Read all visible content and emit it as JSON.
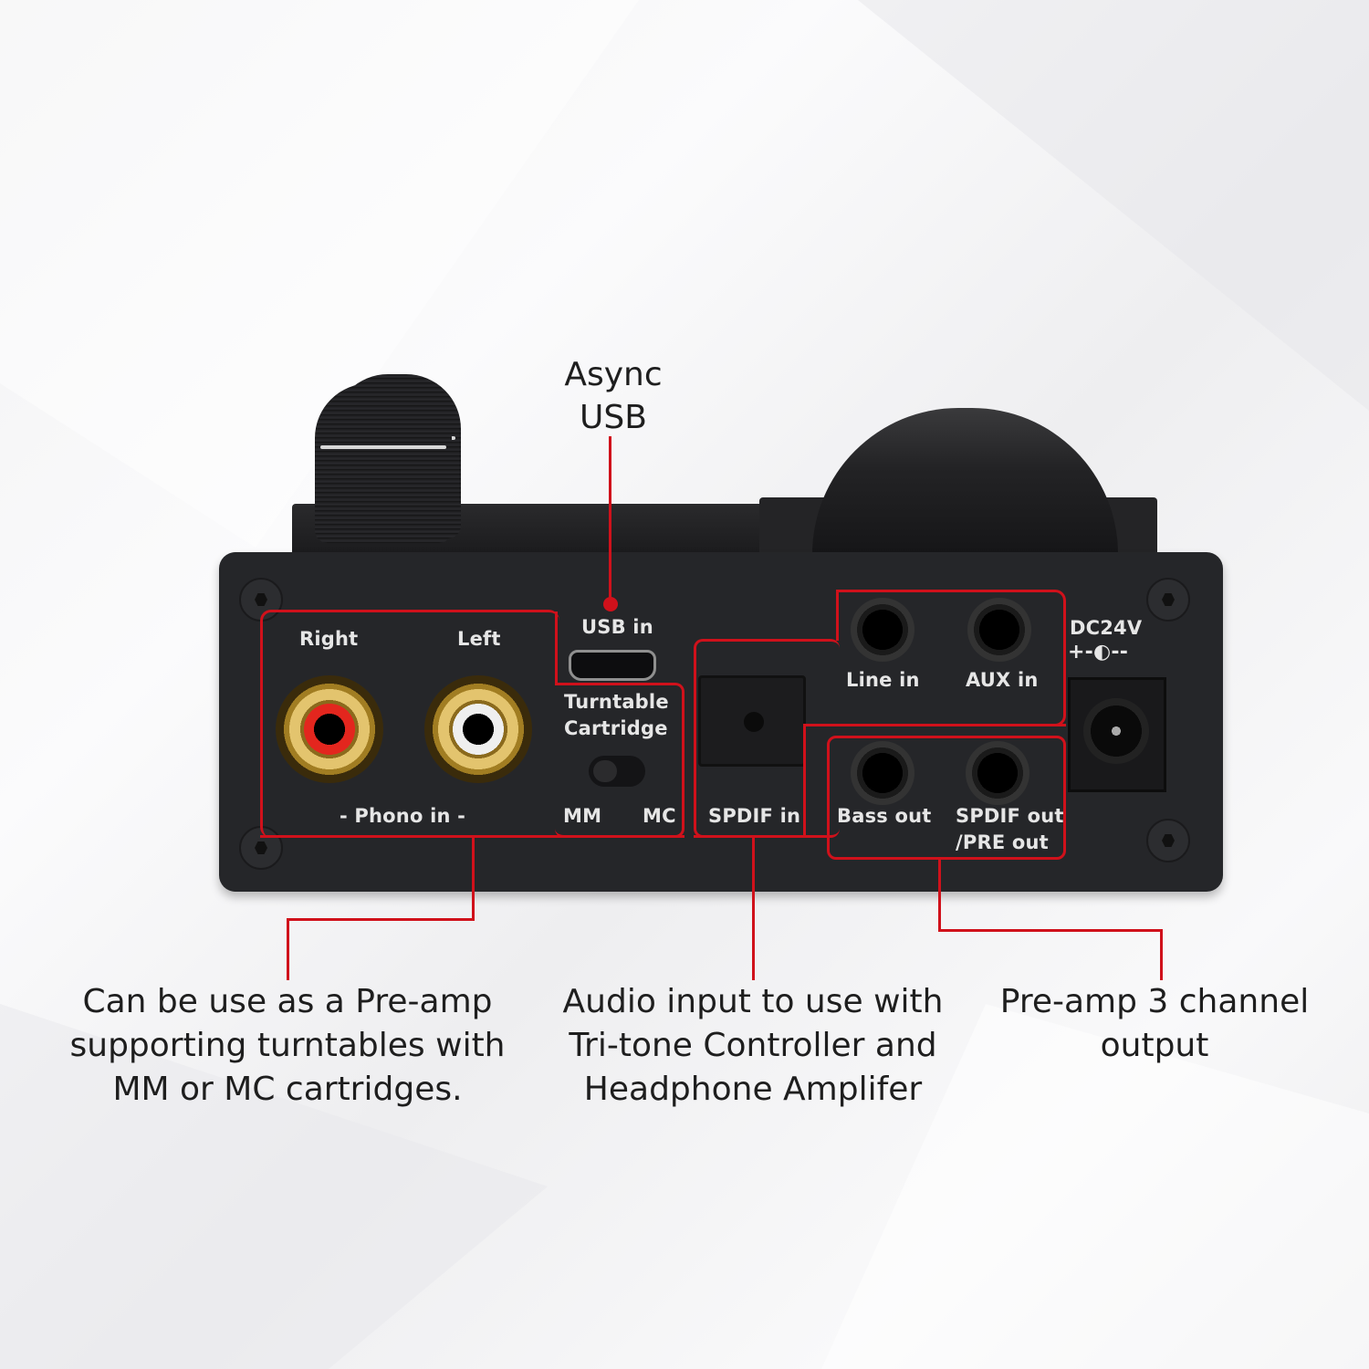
{
  "callouts": {
    "usb": {
      "line1": "Async",
      "line2": "USB"
    },
    "phono": {
      "line1": "Can be use as a Pre-amp",
      "line2": "supporting turntables with",
      "line3": "MM or MC cartridges."
    },
    "audio_input": {
      "line1": "Audio input to use with",
      "line2": "Tri-tone Controller and",
      "line3": "Headphone Amplifer"
    },
    "preamp_output": {
      "line1": "Pre-amp 3 channel",
      "line2": "output"
    }
  },
  "panel_labels": {
    "right": "Right",
    "left": "Left",
    "phono_in": "- Phono in -",
    "usb_in": "USB in",
    "turntable": "Turntable",
    "cartridge": "Cartridge",
    "mm": "MM",
    "mc": "MC",
    "spdif_in": "SPDIF in",
    "line_in": "Line in",
    "aux_in": "AUX in",
    "bass_out": "Bass out",
    "spdif_out": "SPDIF out",
    "pre_out": "/PRE out",
    "dc": "DC24V",
    "polarity": "+-◐--"
  },
  "colors": {
    "highlight_red": "#d0111b",
    "panel": "#252629",
    "background": "#f4f4f5",
    "rca_right": "#e3261e",
    "rca_left": "#f0f0f0"
  }
}
